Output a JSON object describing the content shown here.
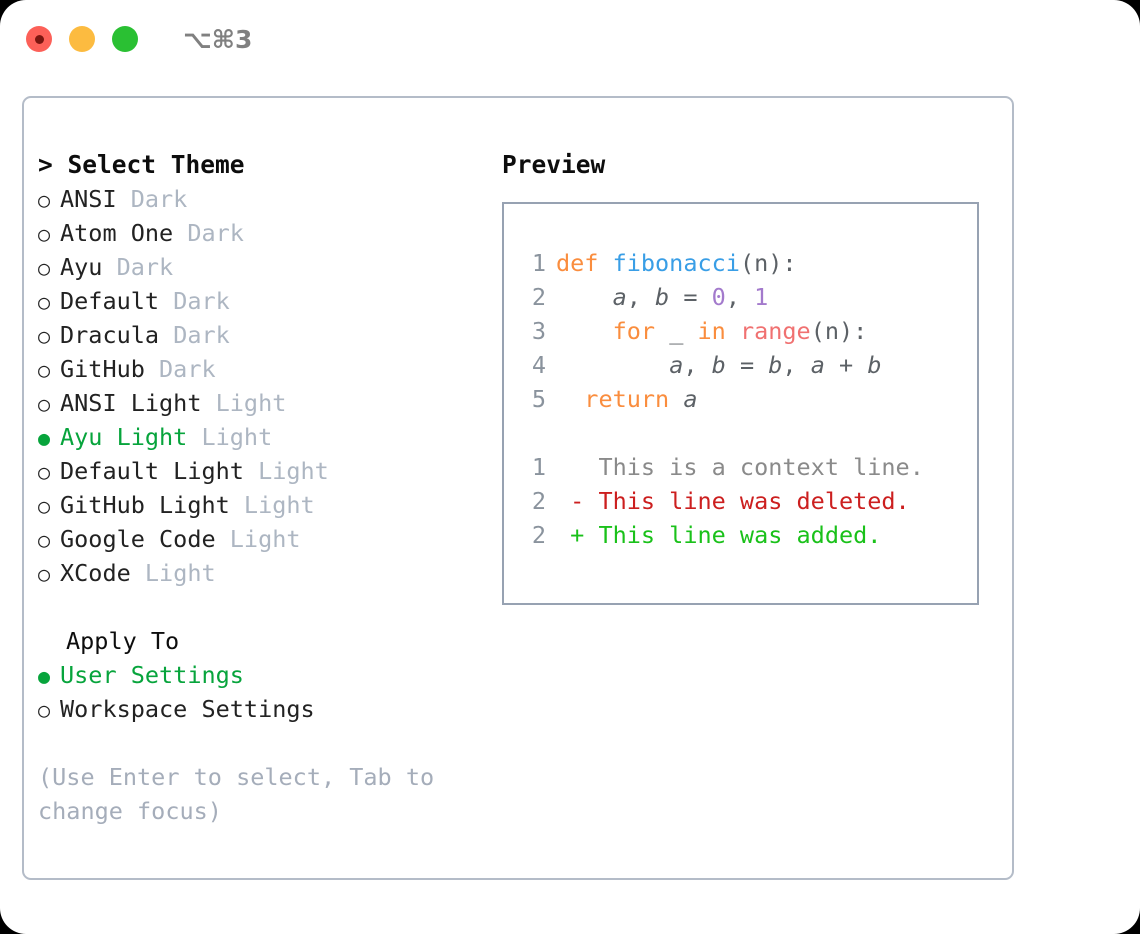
{
  "window": {
    "shortcut": "⌥⌘3",
    "traffic_lights": [
      "close-red",
      "minimize-yellow",
      "zoom-green"
    ]
  },
  "left_panel": {
    "heading": "> Select Theme",
    "themes": [
      {
        "bullet": "○",
        "name": "ANSI",
        "tag": "Dark",
        "selected": false
      },
      {
        "bullet": "○",
        "name": "Atom One",
        "tag": "Dark",
        "selected": false
      },
      {
        "bullet": "○",
        "name": "Ayu",
        "tag": "Dark",
        "selected": false
      },
      {
        "bullet": "○",
        "name": "Default",
        "tag": "Dark",
        "selected": false
      },
      {
        "bullet": "○",
        "name": "Dracula",
        "tag": "Dark",
        "selected": false
      },
      {
        "bullet": "○",
        "name": "GitHub",
        "tag": "Dark",
        "selected": false
      },
      {
        "bullet": "○",
        "name": "ANSI Light",
        "tag": "Light",
        "selected": false
      },
      {
        "bullet": "●",
        "name": "Ayu Light",
        "tag": "Light",
        "selected": true
      },
      {
        "bullet": "○",
        "name": "Default Light",
        "tag": "Light",
        "selected": false
      },
      {
        "bullet": "○",
        "name": "GitHub Light",
        "tag": "Light",
        "selected": false
      },
      {
        "bullet": "○",
        "name": "Google Code",
        "tag": "Light",
        "selected": false
      },
      {
        "bullet": "○",
        "name": "XCode",
        "tag": "Light",
        "selected": false
      }
    ],
    "apply_to": {
      "title": "Apply To",
      "options": [
        {
          "bullet": "●",
          "label": "User Settings",
          "selected": true
        },
        {
          "bullet": "○",
          "label": "Workspace Settings",
          "selected": false
        }
      ]
    },
    "hint": "(Use Enter to select, Tab to change focus)"
  },
  "right_panel": {
    "heading": "Preview",
    "code_lines": [
      {
        "num": "1",
        "tokens": [
          {
            "t": "def ",
            "c": "tok-kw"
          },
          {
            "t": "fibonacci",
            "c": "tok-fn"
          },
          {
            "t": "(n):",
            "c": "tok-pun"
          }
        ]
      },
      {
        "num": "2",
        "tokens": [
          {
            "t": "    ",
            "c": "tok-pun"
          },
          {
            "t": "a",
            "c": "tok-var"
          },
          {
            "t": ", ",
            "c": "tok-pun"
          },
          {
            "t": "b",
            "c": "tok-var"
          },
          {
            "t": " = ",
            "c": "tok-pun"
          },
          {
            "t": "0",
            "c": "tok-num"
          },
          {
            "t": ", ",
            "c": "tok-pun"
          },
          {
            "t": "1",
            "c": "tok-num"
          }
        ]
      },
      {
        "num": "3",
        "tokens": [
          {
            "t": "    ",
            "c": "tok-pun"
          },
          {
            "t": "for",
            "c": "tok-kw"
          },
          {
            "t": " _ ",
            "c": "tok-var"
          },
          {
            "t": "in",
            "c": "tok-kw"
          },
          {
            "t": " ",
            "c": "tok-pun"
          },
          {
            "t": "range",
            "c": "tok-bi"
          },
          {
            "t": "(n):",
            "c": "tok-pun"
          }
        ]
      },
      {
        "num": "4",
        "tokens": [
          {
            "t": "        ",
            "c": "tok-pun"
          },
          {
            "t": "a",
            "c": "tok-var"
          },
          {
            "t": ", ",
            "c": "tok-pun"
          },
          {
            "t": "b",
            "c": "tok-var"
          },
          {
            "t": " = ",
            "c": "tok-pun"
          },
          {
            "t": "b",
            "c": "tok-var"
          },
          {
            "t": ", ",
            "c": "tok-pun"
          },
          {
            "t": "a",
            "c": "tok-var"
          },
          {
            "t": " + ",
            "c": "tok-pun"
          },
          {
            "t": "b",
            "c": "tok-var"
          }
        ]
      },
      {
        "num": "5",
        "tokens": [
          {
            "t": "  ",
            "c": "tok-pun"
          },
          {
            "t": "return",
            "c": "tok-kw"
          },
          {
            "t": " ",
            "c": "tok-pun"
          },
          {
            "t": "a",
            "c": "tok-var"
          }
        ]
      }
    ],
    "diff_lines": [
      {
        "num": "1",
        "tokens": [
          {
            "t": "   This is a context line.",
            "c": "tok-ctx"
          }
        ]
      },
      {
        "num": "2",
        "tokens": [
          {
            "t": " - This line was deleted.",
            "c": "tok-del"
          }
        ]
      },
      {
        "num": "2",
        "tokens": [
          {
            "t": " + This line was added.",
            "c": "tok-add"
          }
        ]
      }
    ]
  },
  "colors": {
    "accent_green": "#07a43c",
    "keyword_orange": "#fa8d3e",
    "function_blue": "#399ee6",
    "number_purple": "#a37acc",
    "builtin_red": "#f07171",
    "gutter_gray": "#8a939d",
    "tag_gray": "#adb6c2",
    "hint_gray": "#a5adba",
    "diff_add": "#1ac11a",
    "diff_del": "#cc1f1f",
    "card_border": "#b4bcc8",
    "preview_border": "#97a2b2"
  }
}
